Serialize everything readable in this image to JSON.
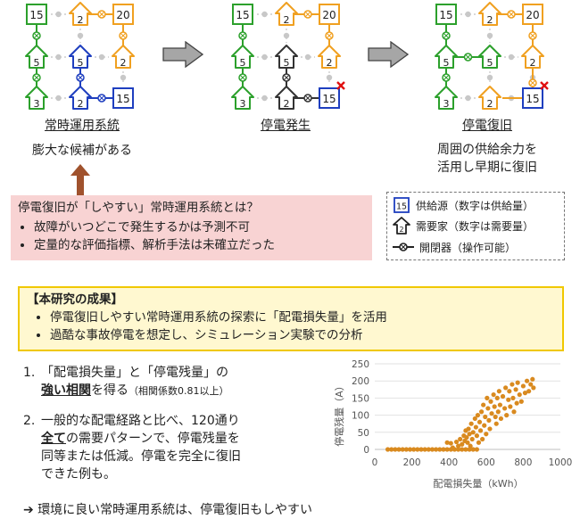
{
  "diagrams": [
    {
      "id": "normal",
      "supplies": [
        {
          "label": "15",
          "color": "#2ca02c"
        },
        {
          "label": "20",
          "color": "#f0a020"
        },
        {
          "label": "15",
          "color": "#1f3fbf"
        }
      ],
      "loads": [
        {
          "label": "2",
          "color": "#f0a020"
        },
        {
          "label": "5",
          "color": "#2ca02c"
        },
        {
          "label": "5",
          "color": "#1f3fbf"
        },
        {
          "label": "2",
          "color": "#f0a020"
        },
        {
          "label": "3",
          "color": "#2ca02c"
        },
        {
          "label": "2",
          "color": "#1f3fbf"
        }
      ]
    },
    {
      "id": "outage",
      "supplies": [
        {
          "label": "15",
          "color": "#2ca02c"
        },
        {
          "label": "20",
          "color": "#f0a020"
        },
        {
          "label": "15",
          "color": "#1f3fbf"
        }
      ],
      "loads": [
        {
          "label": "2",
          "color": "#f0a020"
        },
        {
          "label": "5",
          "color": "#2ca02c"
        },
        {
          "label": "5",
          "color": "#333333"
        },
        {
          "label": "2",
          "color": "#f0a020"
        },
        {
          "label": "3",
          "color": "#2ca02c"
        },
        {
          "label": "2",
          "color": "#333333"
        }
      ]
    },
    {
      "id": "restored",
      "supplies": [
        {
          "label": "15",
          "color": "#2ca02c"
        },
        {
          "label": "20",
          "color": "#f0a020"
        },
        {
          "label": "15",
          "color": "#1f3fbf"
        }
      ],
      "loads": [
        {
          "label": "2",
          "color": "#f0a020"
        },
        {
          "label": "5",
          "color": "#2ca02c"
        },
        {
          "label": "5",
          "color": "#2ca02c"
        },
        {
          "label": "2",
          "color": "#f0a020"
        },
        {
          "label": "3",
          "color": "#2ca02c"
        },
        {
          "label": "2",
          "color": "#f0a020"
        }
      ]
    }
  ],
  "captions": {
    "normal_title": "常時運用系統",
    "normal_sub": "膨大な候補がある",
    "outage_title": "停電発生",
    "restored_title": "停電復旧",
    "restored_sub1": "周囲の供給余力を",
    "restored_sub2": "活用し早期に復旧"
  },
  "question": {
    "title": "停電復旧が「しやすい」常時運用系統とは？",
    "bullets": [
      "故障がいつどこで発生するかは予測不可",
      "定量的な評価指標、解析手法は未確立だった"
    ]
  },
  "legend": {
    "supply_icon_label": "15",
    "supply_text": "供給源（数字は供給量）",
    "load_icon_label": "2",
    "load_text": "需要家（数字は需要量）",
    "switch_text": "開閉器（操作可能）"
  },
  "results": {
    "title": "【本研究の成果】",
    "bullets": [
      "停電復旧しやすい常時運用系統の探索に「配電損失量」を活用",
      "過酷な事故停電を想定し、シミュレーション実験での分析"
    ]
  },
  "findings": {
    "f1_num": "1.",
    "f1_line1": "「配電損失量」と「停電残量」の",
    "f1_strong": "強い相関",
    "f1_rest": "を得る",
    "f1_note": "（相関係数0.81以上）",
    "f2_num": "2.",
    "f2_line1": "一般的な配電経路と比べ、120通り",
    "f2_strong": "全て",
    "f2_line2rest": "の需要パターンで、停電残量を",
    "f2_line3": "同等または低減。停電を完全に復旧",
    "f2_line4": "できた例も。"
  },
  "conclusion": {
    "arrow": "➔",
    "text": "環境に良い常時運用系統は、停電復旧もしやすい"
  },
  "colors": {
    "green": "#2ca02c",
    "orange": "#f0a020",
    "blue": "#1f3fbf",
    "black": "#333333",
    "scatter": "#d98a1f",
    "arrow_brown": "#a0522d"
  },
  "chart_data": {
    "type": "scatter",
    "xlabel": "配電損失量（kWh）",
    "ylabel": "停電残量（A）",
    "xlim": [
      0,
      1000
    ],
    "ylim": [
      0,
      250
    ],
    "xticks": [
      "0",
      "200",
      "400",
      "600",
      "800",
      "1000"
    ],
    "yticks": [
      "0",
      "50",
      "100",
      "150",
      "200",
      "250"
    ],
    "grid": "horizontal",
    "series": [
      {
        "color": "#d98a1f",
        "points": [
          [
            70,
            0
          ],
          [
            90,
            0
          ],
          [
            110,
            0
          ],
          [
            130,
            0
          ],
          [
            150,
            0
          ],
          [
            170,
            0
          ],
          [
            190,
            0
          ],
          [
            210,
            0
          ],
          [
            230,
            0
          ],
          [
            250,
            0
          ],
          [
            270,
            0
          ],
          [
            290,
            0
          ],
          [
            310,
            0
          ],
          [
            330,
            0
          ],
          [
            350,
            0
          ],
          [
            370,
            0
          ],
          [
            390,
            0
          ],
          [
            410,
            0
          ],
          [
            430,
            0
          ],
          [
            450,
            0
          ],
          [
            470,
            0
          ],
          [
            490,
            0
          ],
          [
            510,
            0
          ],
          [
            530,
            0
          ],
          [
            550,
            0
          ],
          [
            390,
            20
          ],
          [
            410,
            18
          ],
          [
            420,
            5
          ],
          [
            440,
            22
          ],
          [
            450,
            10
          ],
          [
            460,
            30
          ],
          [
            470,
            15
          ],
          [
            480,
            40
          ],
          [
            485,
            25
          ],
          [
            490,
            55
          ],
          [
            495,
            35
          ],
          [
            500,
            20
          ],
          [
            505,
            60
          ],
          [
            510,
            45
          ],
          [
            515,
            10
          ],
          [
            520,
            75
          ],
          [
            525,
            30
          ],
          [
            530,
            50
          ],
          [
            540,
            90
          ],
          [
            545,
            65
          ],
          [
            550,
            40
          ],
          [
            555,
            100
          ],
          [
            560,
            20
          ],
          [
            565,
            80
          ],
          [
            570,
            55
          ],
          [
            575,
            110
          ],
          [
            580,
            30
          ],
          [
            585,
            130
          ],
          [
            590,
            70
          ],
          [
            595,
            95
          ],
          [
            600,
            45
          ],
          [
            605,
            150
          ],
          [
            610,
            120
          ],
          [
            615,
            85
          ],
          [
            620,
            60
          ],
          [
            625,
            140
          ],
          [
            630,
            105
          ],
          [
            640,
            160
          ],
          [
            645,
            125
          ],
          [
            650,
            95
          ],
          [
            655,
            75
          ],
          [
            660,
            150
          ],
          [
            665,
            110
          ],
          [
            670,
            170
          ],
          [
            675,
            130
          ],
          [
            680,
            90
          ],
          [
            690,
            155
          ],
          [
            700,
            120
          ],
          [
            705,
            180
          ],
          [
            710,
            100
          ],
          [
            720,
            145
          ],
          [
            725,
            170
          ],
          [
            730,
            125
          ],
          [
            740,
            190
          ],
          [
            745,
            150
          ],
          [
            750,
            110
          ],
          [
            760,
            175
          ],
          [
            765,
            135
          ],
          [
            770,
            195
          ],
          [
            780,
            160
          ],
          [
            790,
            140
          ],
          [
            800,
            185
          ],
          [
            810,
            165
          ],
          [
            820,
            200
          ],
          [
            830,
            170
          ],
          [
            840,
            190
          ],
          [
            850,
            205
          ],
          [
            855,
            180
          ]
        ]
      }
    ]
  }
}
